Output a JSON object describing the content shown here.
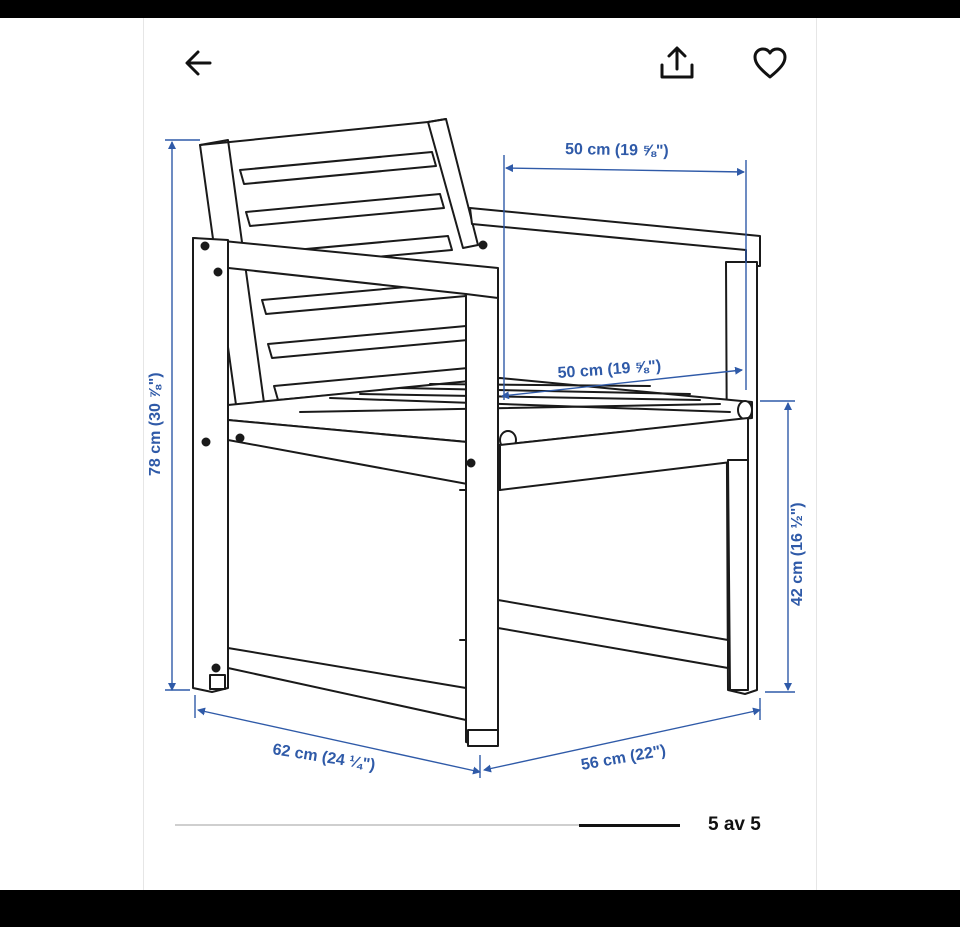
{
  "header": {
    "back_icon": "arrow-left-icon",
    "share_icon": "share-upload-icon",
    "favorite_icon": "heart-outline-icon"
  },
  "dimensions": {
    "backrest_width": "50 cm (19 ⅝\")",
    "seat_width": "50 cm (19 ⅝\")",
    "total_height": "78 cm (30 ⅞\")",
    "seat_height": "42 cm (16 ½\")",
    "depth": "62 cm (24 ¼\")",
    "width": "56 cm (22\")"
  },
  "gallery": {
    "current": 5,
    "total": 5,
    "counter_label": "5 av 5"
  },
  "colors": {
    "dimension_blue": "#2f5aa8",
    "line_art": "#1a1a1a",
    "background": "#ffffff"
  }
}
